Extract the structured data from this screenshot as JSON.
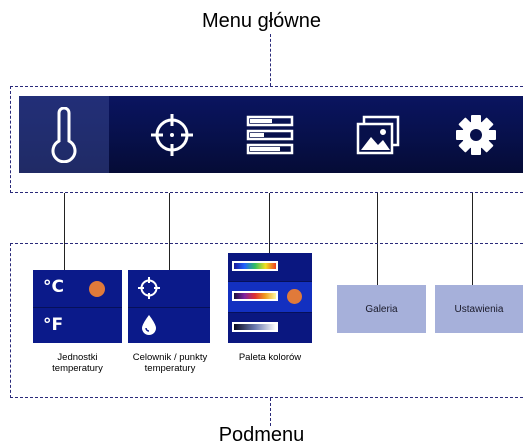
{
  "titles": {
    "main_menu": "Menu główne",
    "submenu": "Podmenu"
  },
  "menu": {
    "items": [
      {
        "icon": "thermometer-icon"
      },
      {
        "icon": "crosshair-icon"
      },
      {
        "icon": "palette-bars-icon"
      },
      {
        "icon": "gallery-icon"
      },
      {
        "icon": "gear-icon"
      }
    ],
    "active_index": 0
  },
  "submenu": {
    "temperature_units": {
      "caption": "Jednostki\ntemperatury",
      "unit_c": "°C",
      "unit_f": "°F"
    },
    "crosshair_points": {
      "caption": "Celownik / punkty\ntemperatury"
    },
    "color_palette": {
      "caption": "Paleta kolorów"
    },
    "gallery": {
      "label": "Galeria"
    },
    "settings": {
      "label": "Ustawienia"
    }
  },
  "colors": {
    "menu_bar": "#07104a",
    "submenu_card": "#0b1a8a",
    "selected_dot": "#e07a3a",
    "placeholder_box": "#a6b0da",
    "dashed_border": "#2a2a7a"
  }
}
